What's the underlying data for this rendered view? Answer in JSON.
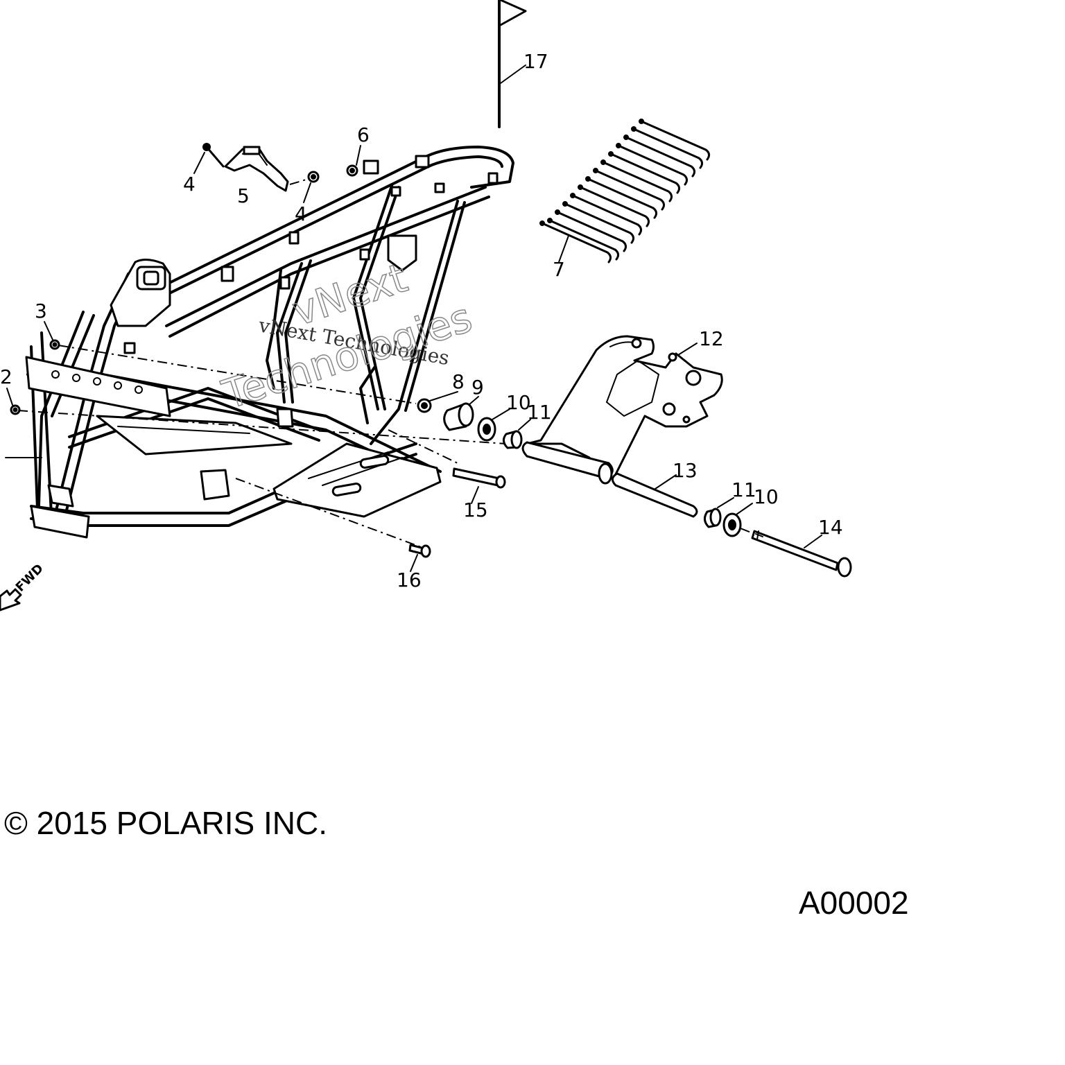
{
  "diagram": {
    "callouts": [
      {
        "id": "c17",
        "label": "17"
      },
      {
        "id": "c6",
        "label": "6"
      },
      {
        "id": "c4a",
        "label": "4"
      },
      {
        "id": "c5",
        "label": "5"
      },
      {
        "id": "c4b",
        "label": "4"
      },
      {
        "id": "c7",
        "label": "7"
      },
      {
        "id": "c3",
        "label": "3"
      },
      {
        "id": "c2",
        "label": "2"
      },
      {
        "id": "c12",
        "label": "12"
      },
      {
        "id": "c8",
        "label": "8"
      },
      {
        "id": "c9",
        "label": "9"
      },
      {
        "id": "c10a",
        "label": "10"
      },
      {
        "id": "c11a",
        "label": "11"
      },
      {
        "id": "c13",
        "label": "13"
      },
      {
        "id": "c11b",
        "label": "11"
      },
      {
        "id": "c10b",
        "label": "10"
      },
      {
        "id": "c14",
        "label": "14"
      },
      {
        "id": "c15",
        "label": "15"
      },
      {
        "id": "c16",
        "label": "16"
      }
    ],
    "fwd_label": "FWD",
    "watermark_line1": "vNext Technologies",
    "watermark_line2": "vNext",
    "watermark_line3": "Technologies"
  },
  "copyright": "© 2015 POLARIS INC.",
  "figure_id": "A00002"
}
